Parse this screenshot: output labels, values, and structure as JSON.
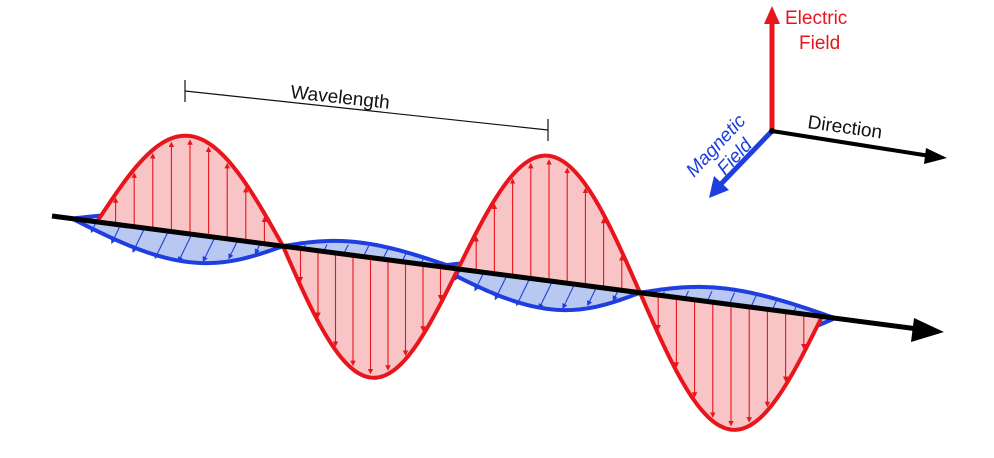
{
  "labels": {
    "wavelength": "Wavelength",
    "electric_top": "Electric",
    "electric_bottom": "Field",
    "magnetic_top": "Magnetic",
    "magnetic_bottom": "Field",
    "direction": "Direction"
  },
  "colors": {
    "electric": "#e8151c",
    "electric_fill": "#f9c4c6",
    "magnetic": "#1f3ee0",
    "magnetic_fill": "#b9c8f0",
    "axis": "#000000",
    "text": "#111111"
  }
}
